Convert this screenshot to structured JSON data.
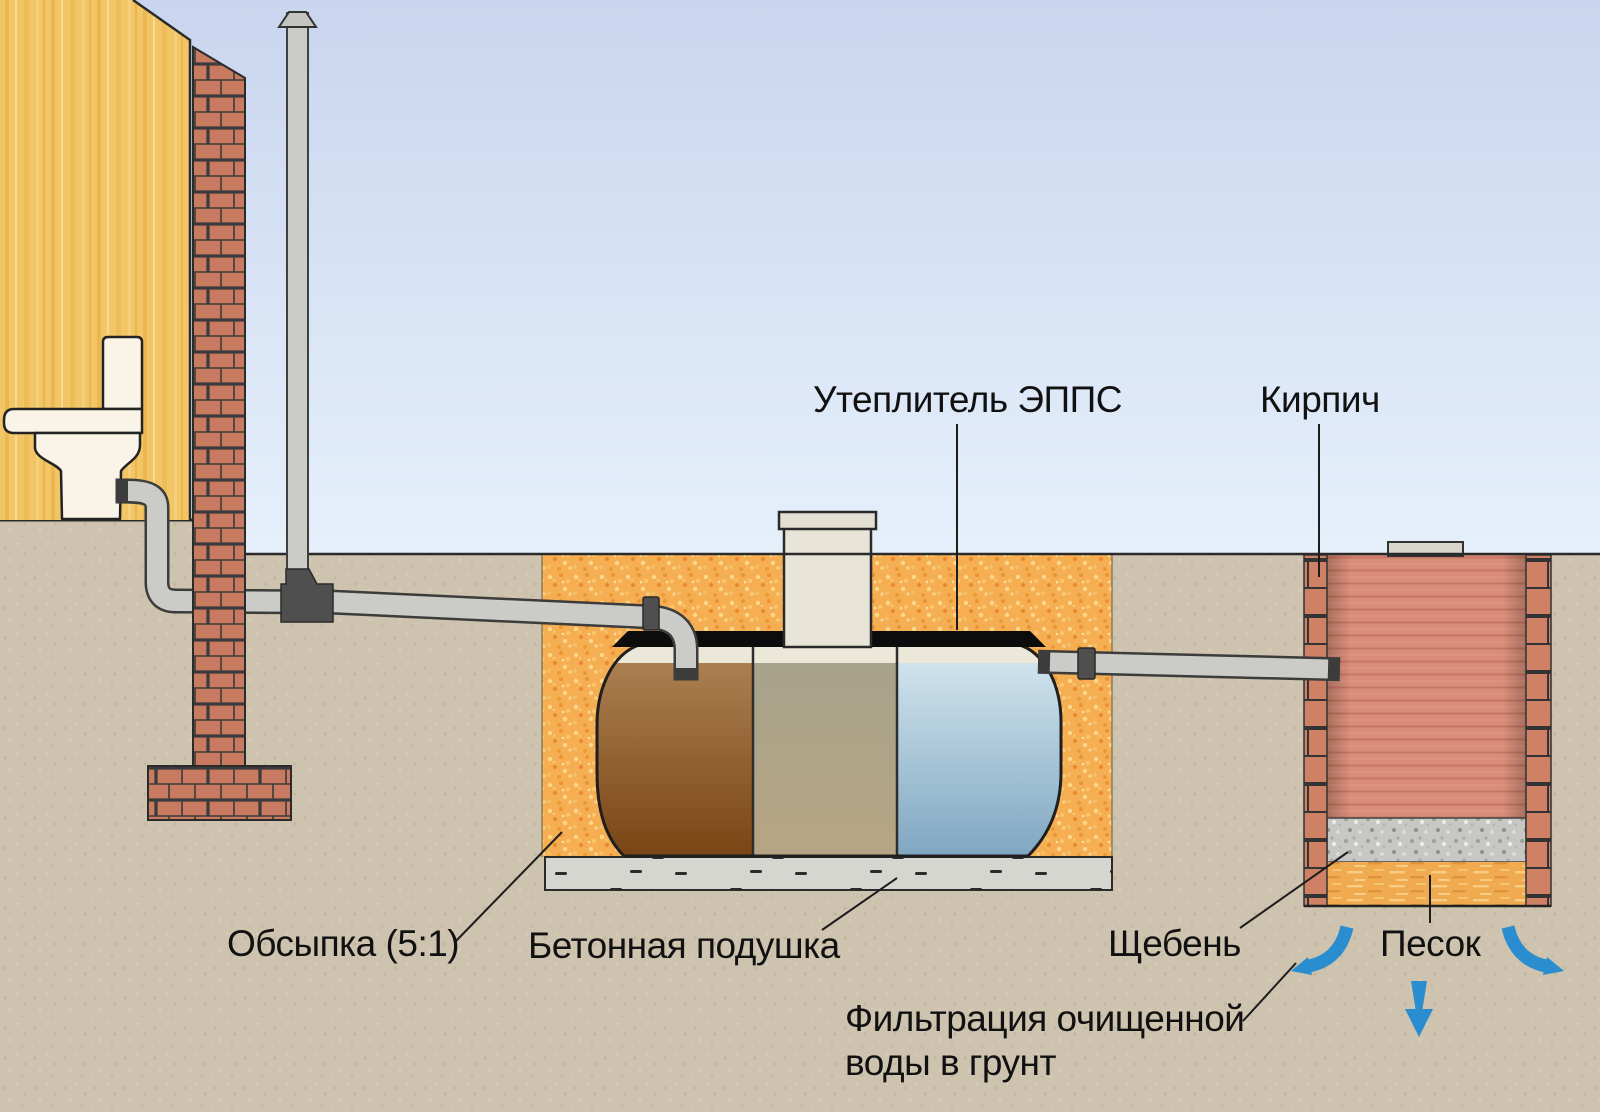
{
  "diagram": {
    "type": "septic-system-cross-section",
    "labels": {
      "insulation": "Утеплитель ЭППС",
      "brick": "Кирпич",
      "backfill": "Обсыпка (5:1)",
      "concrete_pad": "Бетонная подушка",
      "gravel": "Щебень",
      "sand": "Песок",
      "filtration_line1": "Фильтрация очищенной",
      "filtration_line2": "воды в грунт"
    },
    "colors": {
      "sky_top": "#c9d5ee",
      "sky_bottom": "#e4eefb",
      "soil": "#cdc3af",
      "backfill_orange": "#f4ac50",
      "brick": "#c97b61",
      "well_interior": "#d98d79",
      "gravel_gray": "#c7c7c4",
      "sand_orange": "#f0ab51",
      "concrete": "#d6d6d1",
      "insulation_black": "#0c0c0c",
      "pipe_gray": "#cbcbc7",
      "fitting_dark": "#4f4f4f",
      "tank_top_cream": "#ebe7d9",
      "tank_chamber1_dark": "#7a4414",
      "tank_chamber2_tan": "#b0a081",
      "tank_chamber3_blue": "#86abc6",
      "arrow_blue": "#2a8dcf",
      "wood": "#f2c567",
      "label_text": "#111111"
    }
  }
}
